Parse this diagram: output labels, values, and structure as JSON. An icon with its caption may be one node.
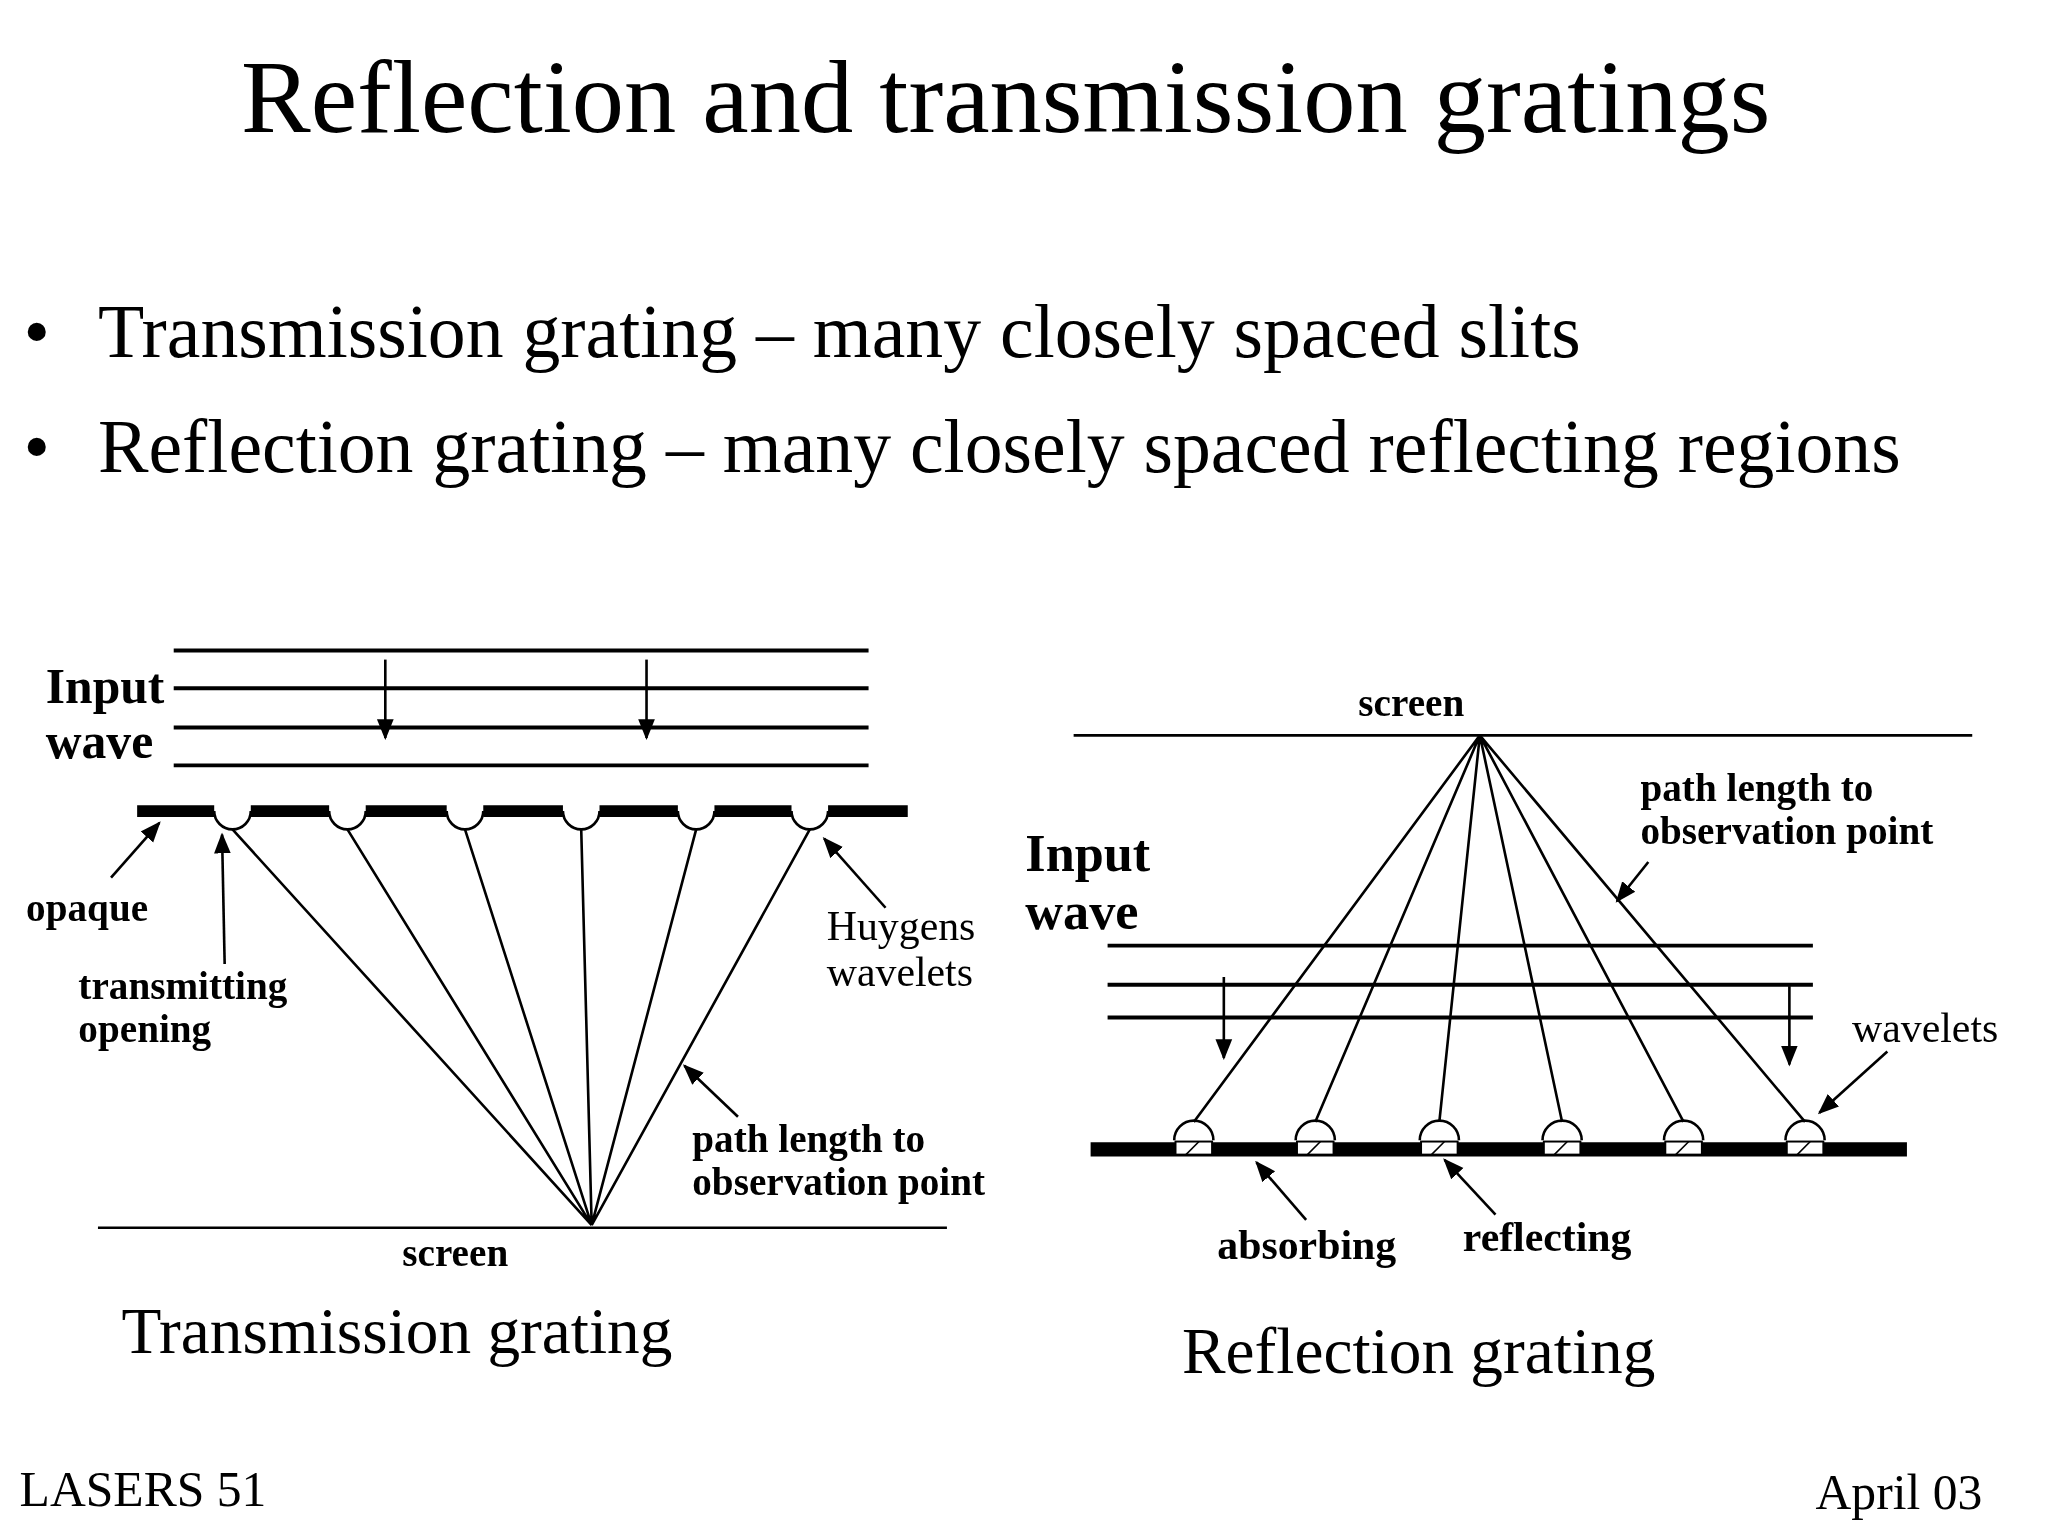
{
  "diagram": {
    "title": "Reflection and transmission gratings",
    "nodes": [
      {
        "text": [
          "path length to observation point"
        ]
      },
      {
        "text": [
          "opaque"
        ]
      },
      {
        "text": [
          "Huygens wavelets"
        ]
      },
      {
        "text": [
          "transmitting opening"
        ]
      },
      {
        "text": [
          "wavelets"
        ]
      },
      {
        "text": [
          "path length to observation point"
        ]
      },
      {
        "text": [
          "reflecting"
        ]
      },
      {
        "text": [
          "absorbing"
        ]
      },
      {
        "text": [],
        "shape": "bar"
      },
      {
        "text": [],
        "shape": "arc"
      },
      {
        "text": [],
        "shape": "arc"
      },
      {
        "text": [],
        "shape": "line"
      },
      {
        "text": [],
        "shape": "line"
      },
      {
        "text": [],
        "shape": "arc"
      },
      {
        "text": [],
        "shape": "box",
        "in": 15
      },
      {
        "text": [],
        "shape": "bar"
      }
    ],
    "edges": [
      {
        "from": 0,
        "to": 12,
        "arrow": "to"
      },
      {
        "from": 1,
        "to": 8,
        "arrow": "to"
      },
      {
        "from": 2,
        "to": 10,
        "arrow": "to"
      },
      {
        "from": 3,
        "to": 9,
        "arrow": "to"
      },
      {
        "from": 4,
        "to": 13,
        "arrow": "to"
      },
      {
        "from": 5,
        "to": 11,
        "arrow": "to"
      },
      {
        "from": 6,
        "to": 14,
        "arrow": "to"
      },
      {
        "from": 7,
        "to": 15,
        "arrow": "to"
      }
    ],
    "labels": [
      "•",
      "Transmission grating – many closely spaced slits",
      "•",
      "Reflection grating –  many closely spaced reflecting regions",
      "Input wave",
      "screen",
      "Input wave",
      "screen",
      "Transmission grating",
      "Reflection grating",
      "LASERS 51",
      "April 03"
    ]
  }
}
